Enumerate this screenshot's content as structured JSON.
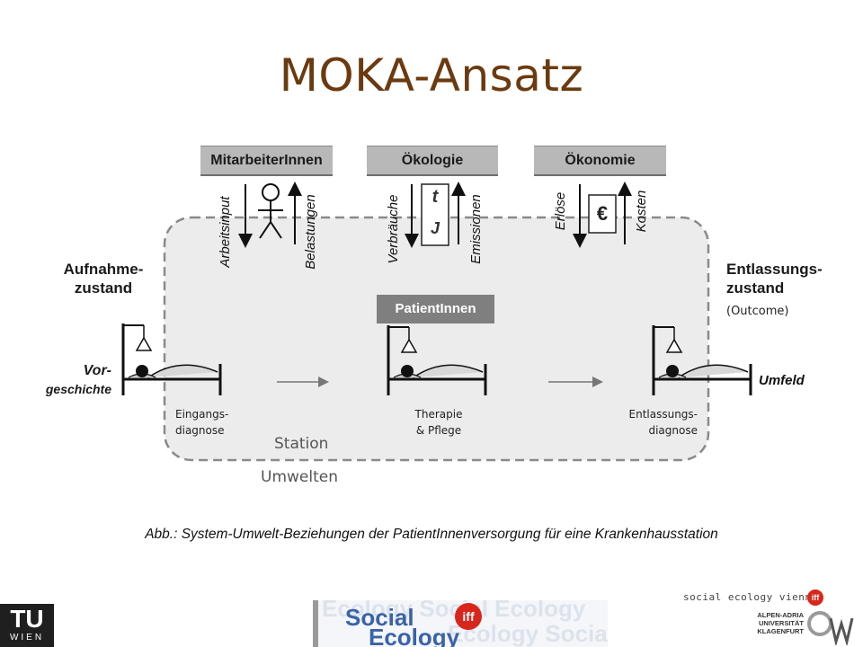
{
  "title": "MOKA-Ansatz",
  "headers": {
    "staff": "MitarbeiterInnen",
    "ecology": "Ökologie",
    "economy": "Ökonomie"
  },
  "arrows": {
    "work_input": "Arbeitsinput",
    "burdens": "Belastungen",
    "consumption": "Verbräuche",
    "emissions": "Emissionen",
    "revenues": "Erlöse",
    "costs": "Kosten"
  },
  "ecology_symbols": {
    "top": "t",
    "bottom": "J"
  },
  "economy_symbol": "€",
  "admission": {
    "line1": "Aufnahme-",
    "line2": "zustand"
  },
  "discharge": {
    "line1": "Entlassungs-",
    "line2": "zustand",
    "note": "(Outcome)"
  },
  "history": {
    "line1": "Vor-",
    "line2": "geschichte"
  },
  "environment_label": "Umfeld",
  "patients_label": "PatientInnen",
  "stages": {
    "entry": {
      "line1": "Eingangs-",
      "line2": "diagnose"
    },
    "therapy": {
      "line1": "Therapie",
      "line2": "& Pflege"
    },
    "exit": {
      "line1": "Entlassungs-",
      "line2": "diagnose"
    }
  },
  "station_label": "Station",
  "environments_label": "Umwelten",
  "caption": "Abb.: System-Umwelt-Beziehungen der PatientInnenversorgung für eine Krankenhausstation",
  "logos": {
    "tu_main": "TU",
    "tu_sub": "WIEN",
    "center_social": "Social",
    "center_ecology": "Ecology",
    "center_badge": "iff",
    "sev_text": "social ecology vienna",
    "sev_badge": "iff",
    "aau_line1": "ALPEN-ADRIA",
    "aau_line2": "UNIVERSITÄT",
    "aau_line3": "KLAGENFURT"
  },
  "colors": {
    "title": "#6b3a0f",
    "header_bg": "#b8b8b8",
    "station_bg": "#ececec",
    "badge_red": "#d9261c"
  }
}
